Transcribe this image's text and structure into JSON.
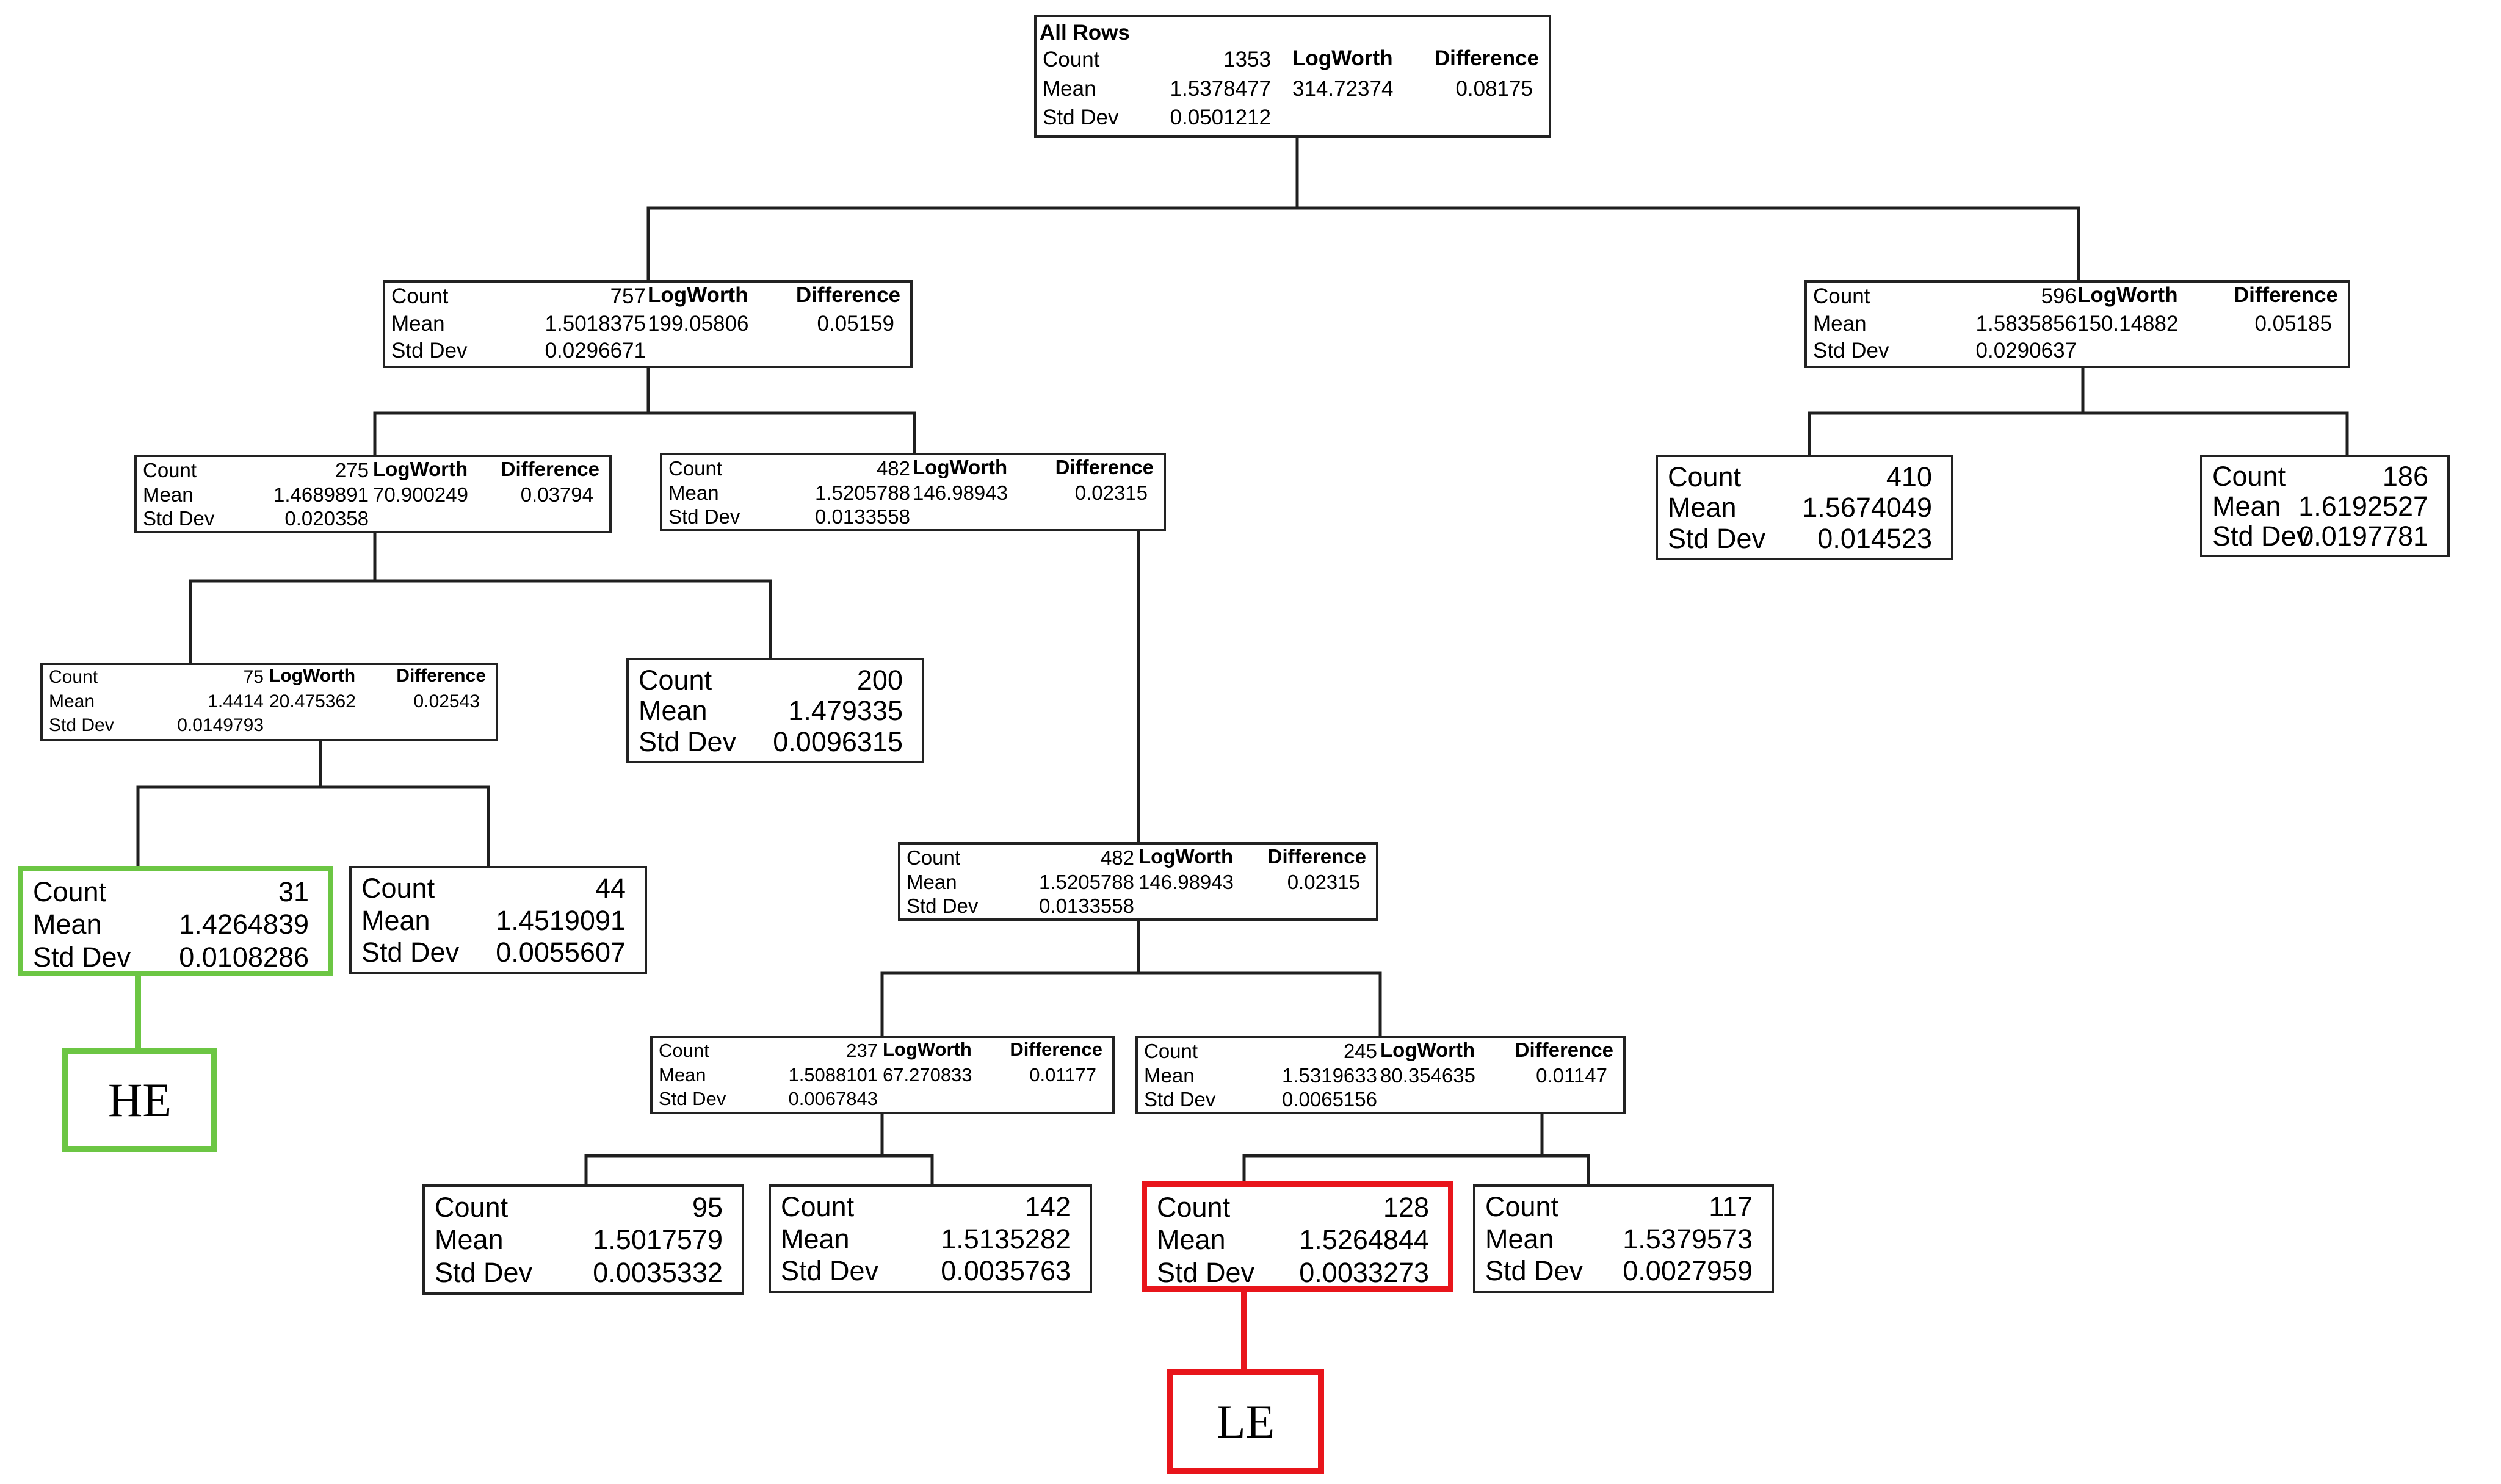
{
  "colors": {
    "line": "#1f1f1f",
    "highlight_green": "#6cc644",
    "highlight_red": "#e8151b"
  },
  "labels": {
    "count": "Count",
    "mean": "Mean",
    "std_dev": "Std Dev",
    "logworth": "LogWorth",
    "difference": "Difference",
    "root_title": "All Rows"
  },
  "nodes": {
    "root": {
      "count": "1353",
      "mean": "1.5378477",
      "std_dev": "0.0501212",
      "logworth": "314.72374",
      "difference": "0.08175"
    },
    "L": {
      "count": "757",
      "mean": "1.5018375",
      "std_dev": "0.0296671",
      "logworth": "199.05806",
      "difference": "0.05159"
    },
    "R": {
      "count": "596",
      "mean": "1.5835856",
      "std_dev": "0.0290637",
      "logworth": "150.14882",
      "difference": "0.05185"
    },
    "LL": {
      "count": "275",
      "mean": "1.4689891",
      "std_dev": "0.020358",
      "logworth": "70.900249",
      "difference": "0.03794"
    },
    "LR": {
      "count": "482",
      "mean": "1.5205788",
      "std_dev": "0.0133558",
      "logworth": "146.98943",
      "difference": "0.02315"
    },
    "RL": {
      "count": "410",
      "mean": "1.5674049",
      "std_dev": "0.014523"
    },
    "RR": {
      "count": "186",
      "mean": "1.6192527",
      "std_dev": "0.0197781"
    },
    "LLL": {
      "count": "75",
      "mean": "1.4414",
      "std_dev": "0.0149793",
      "logworth": "20.475362",
      "difference": "0.02543"
    },
    "LLR": {
      "count": "200",
      "mean": "1.479335",
      "std_dev": "0.0096315"
    },
    "LLLL": {
      "count": "31",
      "mean": "1.4264839",
      "std_dev": "0.0108286"
    },
    "LLLR": {
      "count": "44",
      "mean": "1.4519091",
      "std_dev": "0.0055607"
    },
    "LRc": {
      "count": "482",
      "mean": "1.5205788",
      "std_dev": "0.0133558",
      "logworth": "146.98943",
      "difference": "0.02315"
    },
    "LRL": {
      "count": "237",
      "mean": "1.5088101",
      "std_dev": "0.0067843",
      "logworth": "67.270833",
      "difference": "0.01177"
    },
    "LRR": {
      "count": "245",
      "mean": "1.5319633",
      "std_dev": "0.0065156",
      "logworth": "80.354635",
      "difference": "0.01147"
    },
    "LRLL": {
      "count": "95",
      "mean": "1.5017579",
      "std_dev": "0.0035332"
    },
    "LRLR": {
      "count": "142",
      "mean": "1.5135282",
      "std_dev": "0.0035763"
    },
    "LRRL": {
      "count": "128",
      "mean": "1.5264844",
      "std_dev": "0.0033273"
    },
    "LRRR": {
      "count": "117",
      "mean": "1.5379573",
      "std_dev": "0.0027959"
    }
  },
  "tags": {
    "he": "HE",
    "le": "LE"
  }
}
